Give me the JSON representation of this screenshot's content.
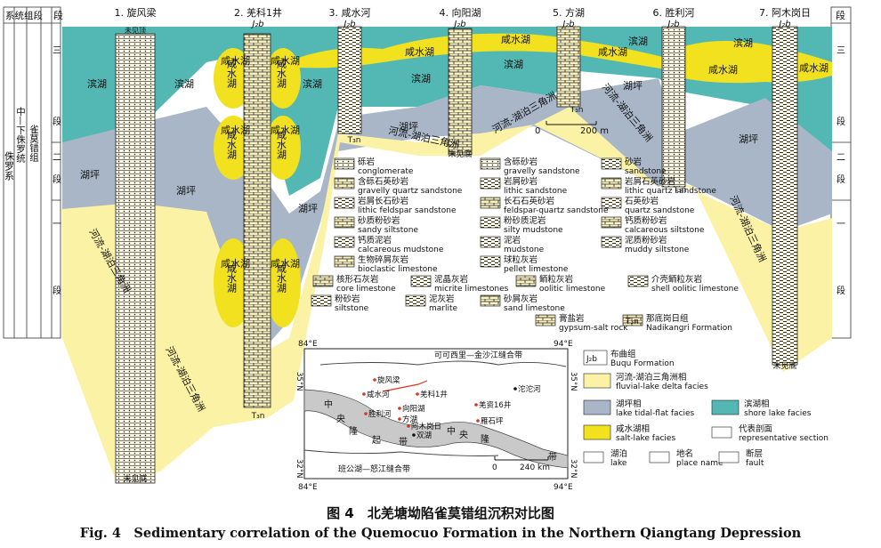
{
  "stratigraphy": {
    "system_header": "系统组段",
    "system": "侏罗系",
    "series": "中—下侏罗统",
    "formation": "雀莫错组",
    "member_header": "段",
    "members": [
      "三",
      "段",
      "二",
      "段",
      "一",
      "段"
    ],
    "members_right": [
      "三",
      "段",
      "二",
      "段",
      "一",
      "段"
    ]
  },
  "sections": [
    {
      "label": "1. 旋风梁",
      "formation": "",
      "base_note": "未见底",
      "top_note": "未见顶"
    },
    {
      "label": "2. 羌科1井",
      "formation": "J₂b",
      "base_note": "T₃n",
      "top_note": ""
    },
    {
      "label": "3. 咸水河",
      "formation": "J₂b",
      "base_note": "T₃n",
      "top_note": ""
    },
    {
      "label": "4. 向阳湖",
      "formation": "J₂b",
      "base_note": "未见底",
      "top_note": ""
    },
    {
      "label": "5. 方湖",
      "formation": "J₂b",
      "base_note": "T₃n",
      "top_note": ""
    },
    {
      "label": "6. 胜利河",
      "formation": "J₂b",
      "base_note": "T₃n",
      "top_note": ""
    },
    {
      "label": "7. 阿木岗日",
      "formation": "J₂b",
      "base_note": "未见底",
      "top_note": ""
    }
  ],
  "facies_labels": {
    "shore": "滨湖",
    "flat": "湖坪",
    "salt": "咸水湖",
    "delta": "河流-湖泊三角洲"
  },
  "scale_bar": {
    "start": "0",
    "end": "200 m"
  },
  "lithology_legend": [
    {
      "cn": "砾岩",
      "en": "conglomerate",
      "pattern": "conglomerate"
    },
    {
      "cn": "含砾砂岩",
      "en": "gravelly sandstone",
      "pattern": "gravelly"
    },
    {
      "cn": "砂岩",
      "en": "sandstone",
      "pattern": "sandstone"
    },
    {
      "cn": "含砾石英砂岩",
      "en": "gravelly quartz sandstone",
      "pattern": "gquartz"
    },
    {
      "cn": "岩屑砂岩",
      "en": "lithic sandstone",
      "pattern": "lithic"
    },
    {
      "cn": "岩屑石英砂岩",
      "en": "lithic quartz sandstone",
      "pattern": "lquartz"
    },
    {
      "cn": "岩屑长石砂岩",
      "en": "lithic feldspar sandstone",
      "pattern": "lfeld"
    },
    {
      "cn": "长石石英砂岩",
      "en": "feldspar-quartz sandstone",
      "pattern": "fquartz"
    },
    {
      "cn": "石英砂岩",
      "en": "quartz sandstone",
      "pattern": "quartz"
    },
    {
      "cn": "砂质粉砂岩",
      "en": "sandy siltstone",
      "pattern": "sandysilt"
    },
    {
      "cn": "粉砂质泥岩",
      "en": "silty mudstone",
      "pattern": "siltymud"
    },
    {
      "cn": "钙质粉砂岩",
      "en": "calcareous siltstone",
      "pattern": "calcsilt"
    },
    {
      "cn": "钙质泥岩",
      "en": "calcareous mudstone",
      "pattern": "calcmud"
    },
    {
      "cn": "泥岩",
      "en": "mudstone",
      "pattern": "mudstone"
    },
    {
      "cn": "泥质粉砂岩",
      "en": "muddy siltstone",
      "pattern": "muddysilt"
    },
    {
      "cn": "生物碎屑灰岩",
      "en": "bioclastic limestone",
      "pattern": "bioclastic"
    },
    {
      "cn": "球粒灰岩",
      "en": "pellet limestone",
      "pattern": "pellet"
    },
    {
      "cn": "核形石灰岩",
      "en": "core limestone",
      "pattern": "core"
    },
    {
      "cn": "泥晶灰岩",
      "en": "micrite limestones",
      "pattern": "micrite"
    },
    {
      "cn": "鲕粒灰岩",
      "en": "oolitic limestone",
      "pattern": "oolitic"
    },
    {
      "cn": "介壳鲕粒灰岩",
      "en": "shell oolitic limestone",
      "pattern": "shell"
    },
    {
      "cn": "粉砂岩",
      "en": "siltstone",
      "pattern": "siltstone"
    },
    {
      "cn": "泥灰岩",
      "en": "marlite",
      "pattern": "marlite"
    },
    {
      "cn": "砂屑灰岩",
      "en": "sand limestone",
      "pattern": "sandlime"
    },
    {
      "cn": "膏盐岩",
      "en": "gypsum-salt rock",
      "pattern": "gypsum"
    },
    {
      "cn": "那底岗日组",
      "en": "Nadikangri Formation",
      "pattern": "t3n",
      "symbol": "T₃n"
    }
  ],
  "map": {
    "lon_left": "84°E",
    "lon_right": "94°E",
    "lat_top": "35°N",
    "lat_bottom": "32°N",
    "suture_north": "可可西里—金沙江缝合带",
    "suture_south": "班公湖—怒江缝合带",
    "uplift_1": "中",
    "uplift_2": "央",
    "uplift_3": "隆",
    "uplift_4": "起",
    "uplift_5": "带",
    "places": [
      {
        "name": "旋风梁"
      },
      {
        "name": "咸水河"
      },
      {
        "name": "羌科1井"
      },
      {
        "name": "向阳湖"
      },
      {
        "name": "方湖"
      },
      {
        "name": "胜利河"
      },
      {
        "name": "阿木岗日"
      },
      {
        "name": "沱沱河"
      },
      {
        "name": "羌资16井"
      },
      {
        "name": "雁石坪"
      },
      {
        "name": "双湖"
      }
    ],
    "scale_start": "0",
    "scale_end": "240 km"
  },
  "map_legend": [
    {
      "cn": "布曲组",
      "en": "Buqu Formation",
      "symbol": "J₂b"
    },
    {
      "cn": "河流-湖泊三角洲相",
      "en": "fluvial-lake delta facies",
      "color": "#fbf2a6"
    },
    {
      "cn": "湖坪相",
      "en": "lake tidal-flat facies",
      "color": "#a9b6c7"
    },
    {
      "cn": "滨湖相",
      "en": "shore lake facies",
      "color": "#53b8b4"
    },
    {
      "cn": "咸水湖相",
      "en": "salt-lake facies",
      "color": "#f2e11e"
    },
    {
      "cn": "代表剖面",
      "en": "representative section"
    },
    {
      "cn": "湖泊",
      "en": "lake"
    },
    {
      "cn": "地名",
      "en": "place name"
    },
    {
      "cn": "断层",
      "en": "fault"
    }
  ],
  "colors": {
    "shore": "#53b8b4",
    "flat": "#a9b6c7",
    "delta": "#fbf2a6",
    "salt": "#f2e11e",
    "column": "#f6e8a0"
  },
  "caption": {
    "cn": "图 4　北羌塘坳陷雀莫错组沉积对比图",
    "en": "Fig. 4　Sedimentary correlation of the Quemocuo Formation in the Northern Qiangtang Depression"
  }
}
